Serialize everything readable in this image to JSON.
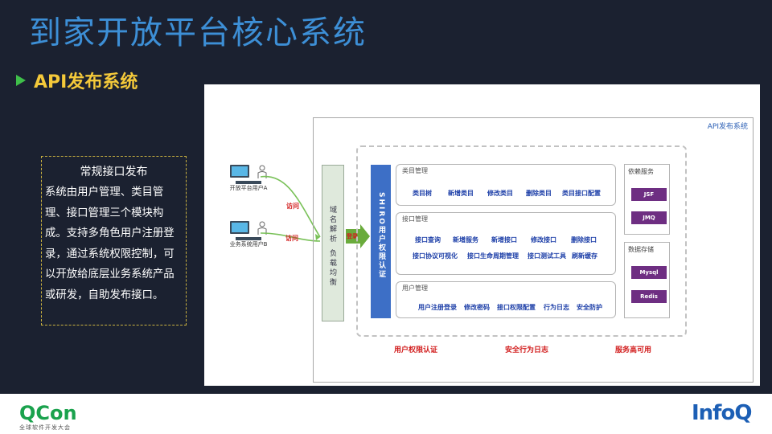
{
  "slide": {
    "title": "到家开放平台核心系统",
    "subtitle": "API发布系统"
  },
  "note": {
    "title": "常规接口发布",
    "body_lines": [
      "系统由用户管理、类目管",
      "理、接口管理三个模块构",
      "成。支持多角色用户注册登",
      "录，通过系统权限控制，可",
      "以开放给底层业务系统产品",
      "或研发，自助发布接口。"
    ]
  },
  "diagram": {
    "system_label": "API发布系统",
    "users": [
      {
        "label": "开放平台用户A",
        "visit": "访问"
      },
      {
        "label": "业务系统用户B",
        "visit": "访问"
      }
    ],
    "dns_label": "域名解析  负载均衡",
    "login_label": "登录",
    "shiro_label": "SHIRO用户权限认证",
    "modules": [
      {
        "title": "类目管理",
        "items": [
          "类目树",
          "新增类目",
          "修改类目",
          "删除类目",
          "类目接口配置"
        ]
      },
      {
        "title": "接口管理",
        "items": [
          "接口查询",
          "新增服务",
          "新增接口",
          "修改接口",
          "删除接口",
          "接口协议可视化",
          "接口生命周期管理",
          "接口测试工具",
          "刷新缓存"
        ]
      },
      {
        "title": "用户管理",
        "items": [
          "用户注册登录",
          "修改密码",
          "接口权限配置",
          "行为日志",
          "安全防护"
        ]
      }
    ],
    "dependency": {
      "title": "依赖服务",
      "items": [
        "JSF",
        "JMQ"
      ]
    },
    "storage": {
      "title": "数据存储",
      "items": [
        "Mysql",
        "Redis"
      ]
    },
    "bottom_labels": [
      "用户权限认证",
      "安全行为日志",
      "服务高可用"
    ],
    "colors": {
      "shiro": "#3d6fc6",
      "item_text": "#1d3fa8",
      "bottom_text": "#d21e1e",
      "dep_btn": "#6e2e82"
    }
  },
  "footer": {
    "qcon": "QCon",
    "qcon_sub": "全球软件开发大会",
    "infoq": "InfoQ"
  }
}
